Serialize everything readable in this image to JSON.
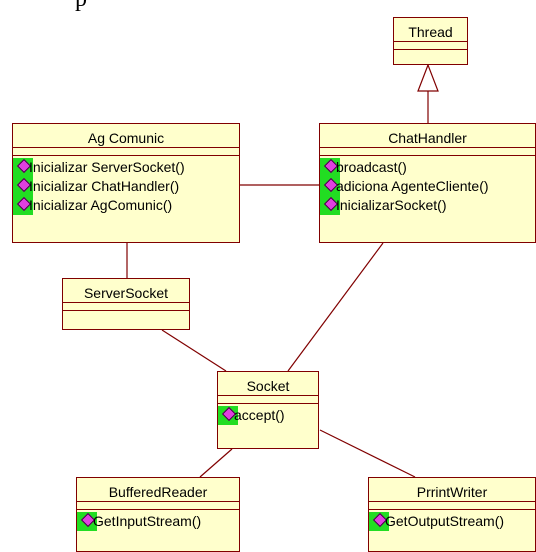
{
  "top_text": "p",
  "classes": {
    "thread": {
      "name": "Thread"
    },
    "ag_comunic": {
      "name": "Ag Comunic",
      "operations": [
        "Inicializar ServerSocket()",
        "Inicializar ChatHandler()",
        "Inicializar AgComunic()"
      ]
    },
    "chat_handler": {
      "name": "ChatHandler",
      "operations": [
        "broadcast()",
        "adiciona AgenteCliente()",
        "InicializarSocket()"
      ]
    },
    "server_socket": {
      "name": "ServerSocket"
    },
    "socket": {
      "name": "Socket",
      "operations": [
        "accept()"
      ]
    },
    "buffered_reader": {
      "name": "BufferedReader",
      "operations": [
        "GetInputStream()"
      ]
    },
    "print_writer": {
      "name": "PrrintWriter",
      "operations": [
        "GetOutputStream()"
      ]
    }
  },
  "colors": {
    "class_fill": "#ffffcc",
    "class_border": "#800000",
    "operation_marker": "#22dd22",
    "operation_icon": "#e040e0",
    "connector": "#800000"
  }
}
